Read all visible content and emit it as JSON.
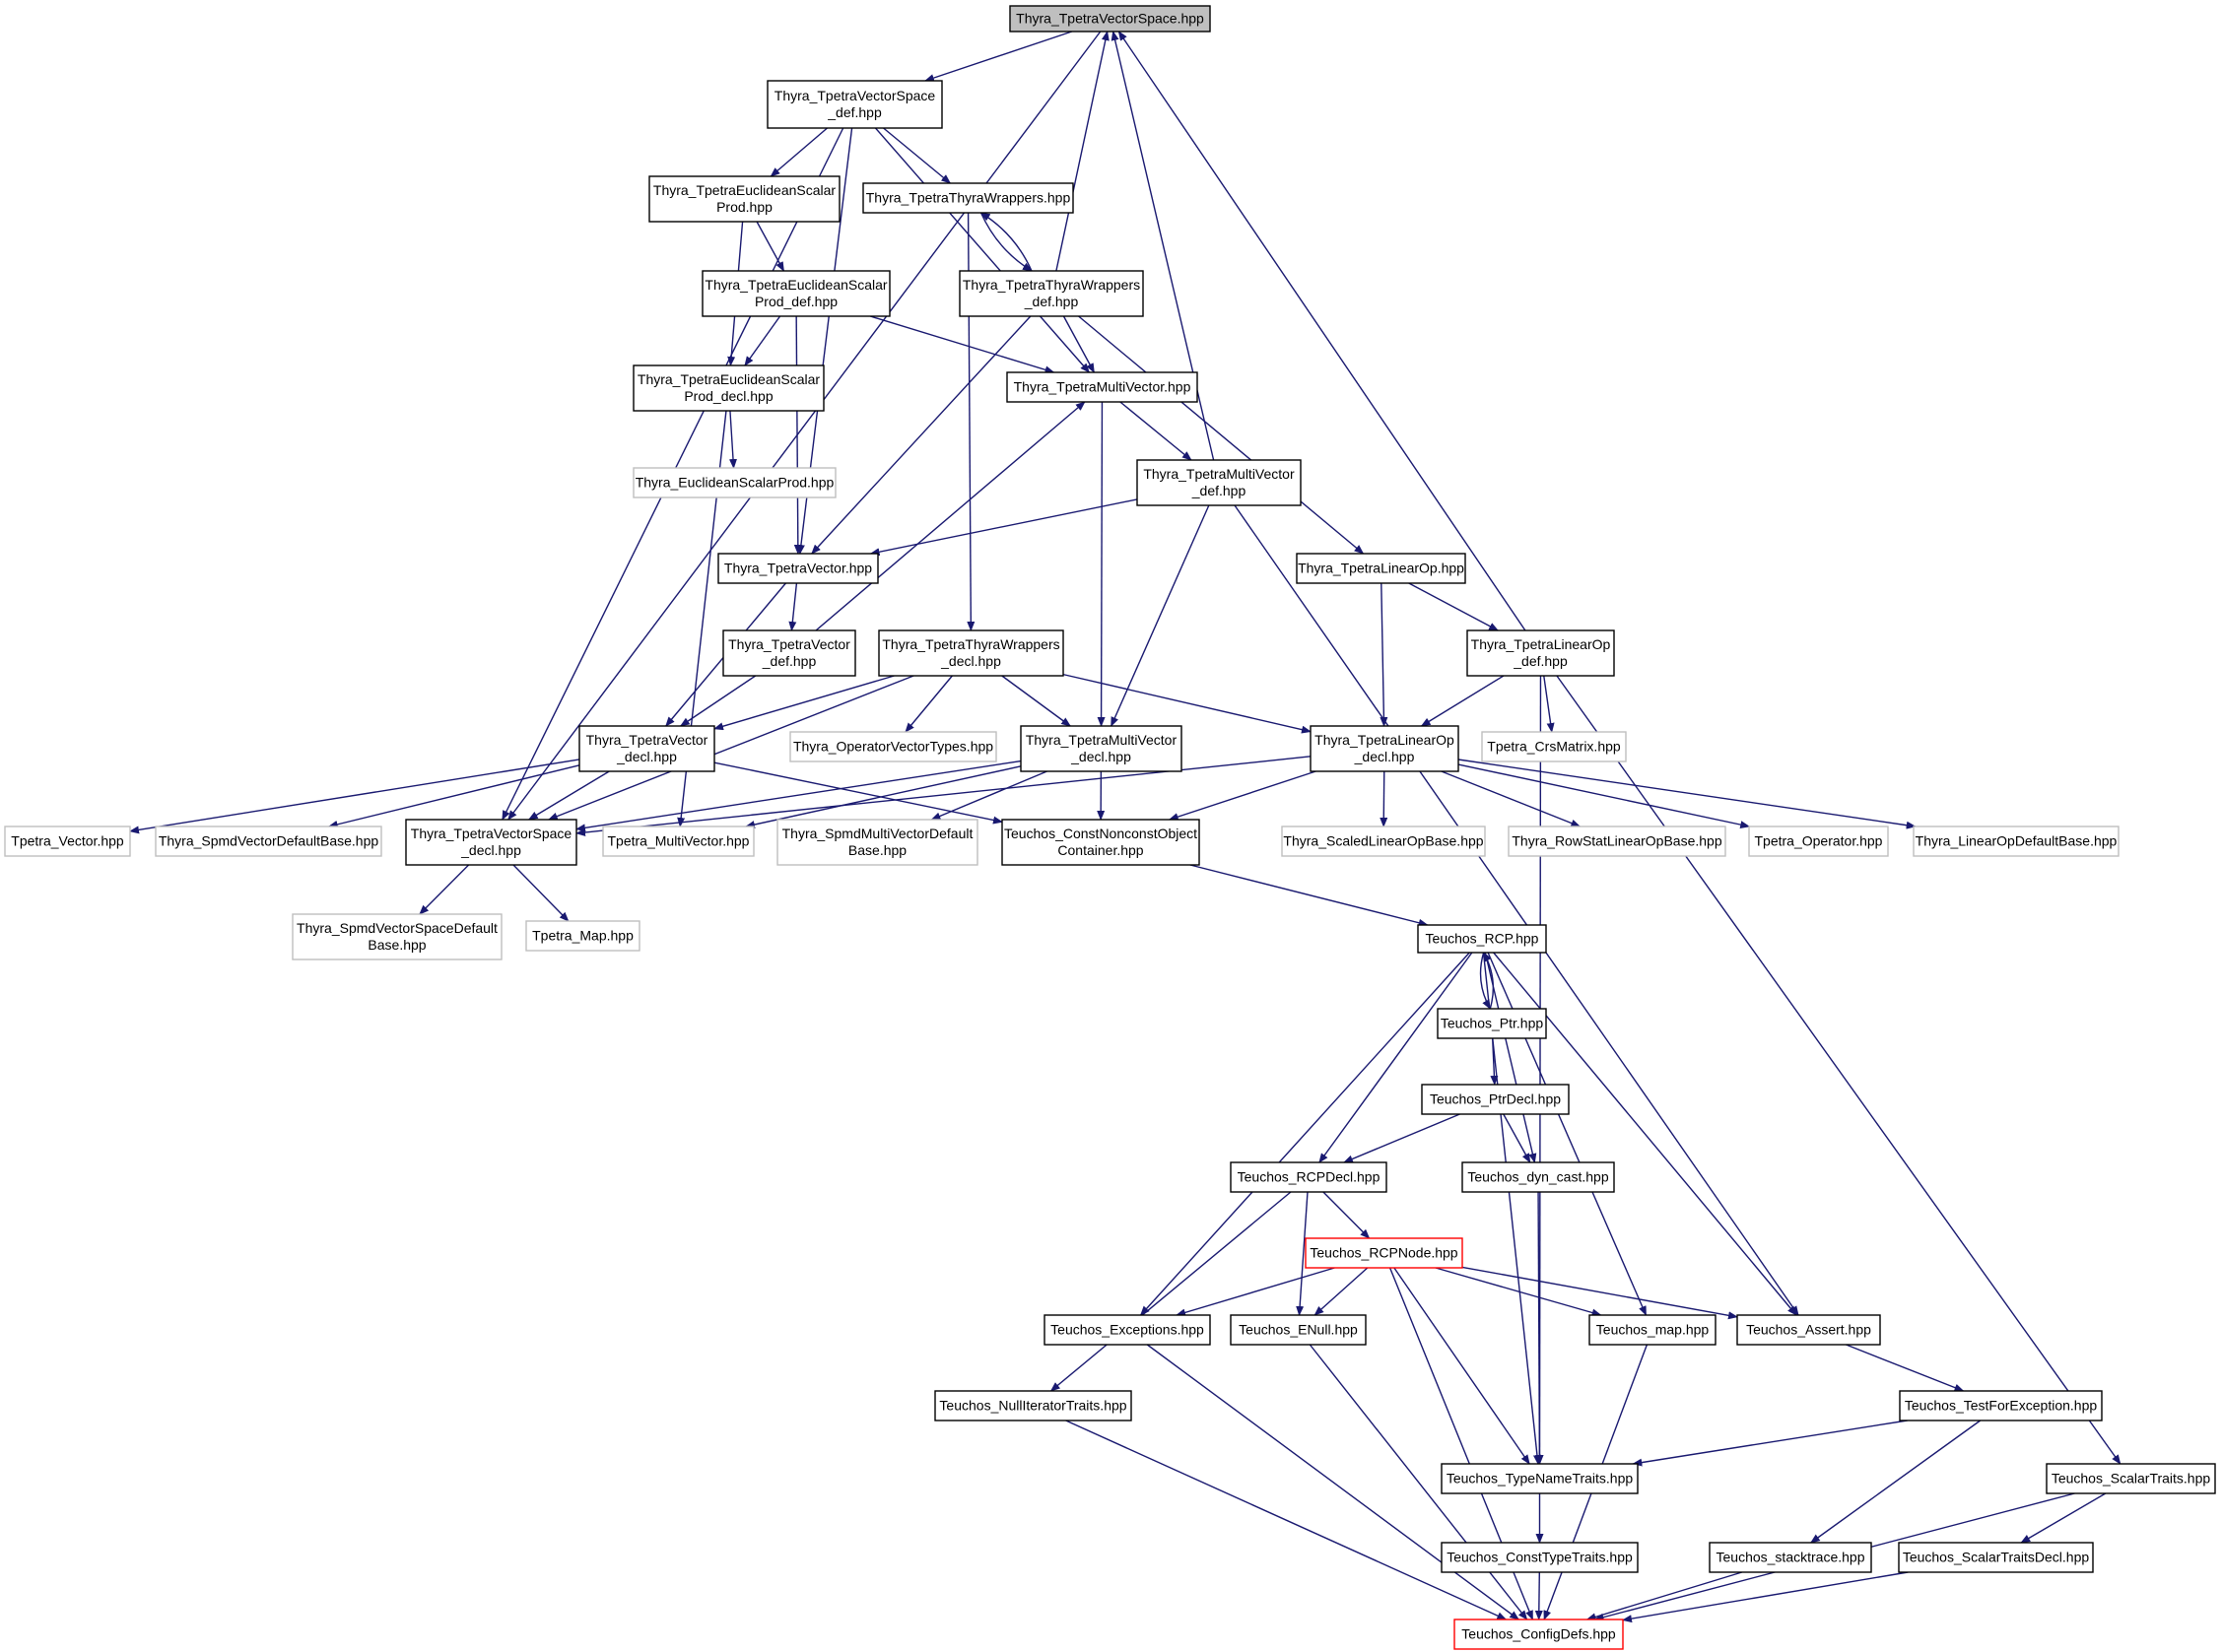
{
  "colors": {
    "edge": "#191970",
    "border_normal": "#000000",
    "border_external": "#bfbfbf",
    "border_truncated": "#ff0000",
    "fill_root": "#bfbfbf",
    "fill_node": "#ffffff"
  },
  "nodes": [
    {
      "id": "n_tvs",
      "lines": [
        "Thyra_TpetraVectorSpace.hpp"
      ],
      "style": "root"
    },
    {
      "id": "n_tvs_def",
      "lines": [
        "Thyra_TpetraVectorSpace",
        "_def.hpp"
      ],
      "style": "normal"
    },
    {
      "id": "n_tesp",
      "lines": [
        "Thyra_TpetraEuclideanScalar",
        "Prod.hpp"
      ],
      "style": "normal"
    },
    {
      "id": "n_ttw",
      "lines": [
        "Thyra_TpetraThyraWrappers.hpp"
      ],
      "style": "normal"
    },
    {
      "id": "n_tesp_def",
      "lines": [
        "Thyra_TpetraEuclideanScalar",
        "Prod_def.hpp"
      ],
      "style": "normal"
    },
    {
      "id": "n_ttw_def",
      "lines": [
        "Thyra_TpetraThyraWrappers",
        "_def.hpp"
      ],
      "style": "normal"
    },
    {
      "id": "n_tesp_decl",
      "lines": [
        "Thyra_TpetraEuclideanScalar",
        "Prod_decl.hpp"
      ],
      "style": "normal"
    },
    {
      "id": "n_tmv",
      "lines": [
        "Thyra_TpetraMultiVector.hpp"
      ],
      "style": "normal"
    },
    {
      "id": "n_esp",
      "lines": [
        "Thyra_EuclideanScalarProd.hpp"
      ],
      "style": "external"
    },
    {
      "id": "n_tmv_def",
      "lines": [
        "Thyra_TpetraMultiVector",
        "_def.hpp"
      ],
      "style": "normal"
    },
    {
      "id": "n_tv",
      "lines": [
        "Thyra_TpetraVector.hpp"
      ],
      "style": "normal"
    },
    {
      "id": "n_tlo",
      "lines": [
        "Thyra_TpetraLinearOp.hpp"
      ],
      "style": "normal"
    },
    {
      "id": "n_tv_def",
      "lines": [
        "Thyra_TpetraVector",
        "_def.hpp"
      ],
      "style": "normal"
    },
    {
      "id": "n_ttw_decl",
      "lines": [
        "Thyra_TpetraThyraWrappers",
        "_decl.hpp"
      ],
      "style": "normal"
    },
    {
      "id": "n_tlo_def",
      "lines": [
        "Thyra_TpetraLinearOp",
        "_def.hpp"
      ],
      "style": "normal"
    },
    {
      "id": "n_tv_decl",
      "lines": [
        "Thyra_TpetraVector",
        "_decl.hpp"
      ],
      "style": "normal"
    },
    {
      "id": "n_ovt",
      "lines": [
        "Thyra_OperatorVectorTypes.hpp"
      ],
      "style": "external"
    },
    {
      "id": "n_tmv_decl",
      "lines": [
        "Thyra_TpetraMultiVector",
        "_decl.hpp"
      ],
      "style": "normal"
    },
    {
      "id": "n_tlo_decl",
      "lines": [
        "Thyra_TpetraLinearOp",
        "_decl.hpp"
      ],
      "style": "normal"
    },
    {
      "id": "n_crs",
      "lines": [
        "Tpetra_CrsMatrix.hpp"
      ],
      "style": "external"
    },
    {
      "id": "n_tpv",
      "lines": [
        "Tpetra_Vector.hpp"
      ],
      "style": "external"
    },
    {
      "id": "n_svdb",
      "lines": [
        "Thyra_SpmdVectorDefaultBase.hpp"
      ],
      "style": "external"
    },
    {
      "id": "n_tvs_decl",
      "lines": [
        "Thyra_TpetraVectorSpace",
        "_decl.hpp"
      ],
      "style": "normal"
    },
    {
      "id": "n_tpmv",
      "lines": [
        "Tpetra_MultiVector.hpp"
      ],
      "style": "external"
    },
    {
      "id": "n_smvdb",
      "lines": [
        "Thyra_SpmdMultiVectorDefault",
        "Base.hpp"
      ],
      "style": "external"
    },
    {
      "id": "n_cnoc",
      "lines": [
        "Teuchos_ConstNonconstObject",
        "Container.hpp"
      ],
      "style": "normal"
    },
    {
      "id": "n_slob",
      "lines": [
        "Thyra_ScaledLinearOpBase.hpp"
      ],
      "style": "external"
    },
    {
      "id": "n_rslob",
      "lines": [
        "Thyra_RowStatLinearOpBase.hpp"
      ],
      "style": "external"
    },
    {
      "id": "n_top",
      "lines": [
        "Tpetra_Operator.hpp"
      ],
      "style": "external"
    },
    {
      "id": "n_lodb",
      "lines": [
        "Thyra_LinearOpDefaultBase.hpp"
      ],
      "style": "external"
    },
    {
      "id": "n_svsdb",
      "lines": [
        "Thyra_SpmdVectorSpaceDefault",
        "Base.hpp"
      ],
      "style": "external"
    },
    {
      "id": "n_tmap",
      "lines": [
        "Tpetra_Map.hpp"
      ],
      "style": "external"
    },
    {
      "id": "n_rcp",
      "lines": [
        "Teuchos_RCP.hpp"
      ],
      "style": "normal"
    },
    {
      "id": "n_ptr",
      "lines": [
        "Teuchos_Ptr.hpp"
      ],
      "style": "normal"
    },
    {
      "id": "n_ptrdecl",
      "lines": [
        "Teuchos_PtrDecl.hpp"
      ],
      "style": "normal"
    },
    {
      "id": "n_rcpdecl",
      "lines": [
        "Teuchos_RCPDecl.hpp"
      ],
      "style": "normal"
    },
    {
      "id": "n_dyn",
      "lines": [
        "Teuchos_dyn_cast.hpp"
      ],
      "style": "normal"
    },
    {
      "id": "n_rcpnode",
      "lines": [
        "Teuchos_RCPNode.hpp"
      ],
      "style": "truncated"
    },
    {
      "id": "n_exc",
      "lines": [
        "Teuchos_Exceptions.hpp"
      ],
      "style": "normal"
    },
    {
      "id": "n_enull",
      "lines": [
        "Teuchos_ENull.hpp"
      ],
      "style": "normal"
    },
    {
      "id": "n_map",
      "lines": [
        "Teuchos_map.hpp"
      ],
      "style": "normal"
    },
    {
      "id": "n_assert",
      "lines": [
        "Teuchos_Assert.hpp"
      ],
      "style": "normal"
    },
    {
      "id": "n_nit",
      "lines": [
        "Teuchos_NullIteratorTraits.hpp"
      ],
      "style": "normal"
    },
    {
      "id": "n_tfe",
      "lines": [
        "Teuchos_TestForException.hpp"
      ],
      "style": "normal"
    },
    {
      "id": "n_tnt",
      "lines": [
        "Teuchos_TypeNameTraits.hpp"
      ],
      "style": "normal"
    },
    {
      "id": "n_st",
      "lines": [
        "Teuchos_ScalarTraits.hpp"
      ],
      "style": "normal"
    },
    {
      "id": "n_ctt",
      "lines": [
        "Teuchos_ConstTypeTraits.hpp"
      ],
      "style": "normal"
    },
    {
      "id": "n_stack",
      "lines": [
        "Teuchos_stacktrace.hpp"
      ],
      "style": "normal"
    },
    {
      "id": "n_stdecl",
      "lines": [
        "Teuchos_ScalarTraitsDecl.hpp"
      ],
      "style": "normal"
    },
    {
      "id": "n_cdefs",
      "lines": [
        "Teuchos_ConfigDefs.hpp"
      ],
      "style": "truncated"
    }
  ],
  "edges": [
    [
      "n_tvs",
      "n_tvs_def"
    ],
    [
      "n_tvs",
      "n_tvs_decl"
    ],
    [
      "n_tvs_def",
      "n_tesp"
    ],
    [
      "n_tvs_def",
      "n_ttw"
    ],
    [
      "n_tvs_def",
      "n_tmv"
    ],
    [
      "n_tvs_def",
      "n_tv"
    ],
    [
      "n_tvs_def",
      "n_tvs_decl"
    ],
    [
      "n_tesp",
      "n_tesp_def"
    ],
    [
      "n_tesp",
      "n_tesp_decl"
    ],
    [
      "n_ttw",
      "n_ttw_def"
    ],
    [
      "n_ttw",
      "n_ttw_decl"
    ],
    [
      "n_ttw_def",
      "n_ttw"
    ],
    [
      "n_ttw_def",
      "n_tvs"
    ],
    [
      "n_ttw_def",
      "n_tmv"
    ],
    [
      "n_ttw_def",
      "n_tv"
    ],
    [
      "n_ttw_def",
      "n_tlo"
    ],
    [
      "n_tesp_def",
      "n_tesp_decl"
    ],
    [
      "n_tesp_def",
      "n_tmv"
    ],
    [
      "n_tesp_def",
      "n_tv"
    ],
    [
      "n_tesp_decl",
      "n_esp"
    ],
    [
      "n_tesp_decl",
      "n_tpmv"
    ],
    [
      "n_tmv",
      "n_tmv_def"
    ],
    [
      "n_tmv",
      "n_tmv_decl"
    ],
    [
      "n_tmv_def",
      "n_tvs"
    ],
    [
      "n_tmv_def",
      "n_tv"
    ],
    [
      "n_tmv_def",
      "n_tmv_decl"
    ],
    [
      "n_tmv_def",
      "n_assert"
    ],
    [
      "n_tv",
      "n_tv_def"
    ],
    [
      "n_tv",
      "n_tv_decl"
    ],
    [
      "n_tv_def",
      "n_tmv"
    ],
    [
      "n_tv_def",
      "n_tv_decl"
    ],
    [
      "n_tlo",
      "n_tlo_def"
    ],
    [
      "n_tlo",
      "n_tlo_decl"
    ],
    [
      "n_tlo_def",
      "n_tvs"
    ],
    [
      "n_tlo_def",
      "n_tlo_decl"
    ],
    [
      "n_tlo_def",
      "n_crs"
    ],
    [
      "n_tlo_def",
      "n_tnt"
    ],
    [
      "n_tlo_def",
      "n_st"
    ],
    [
      "n_ttw_decl",
      "n_ovt"
    ],
    [
      "n_ttw_decl",
      "n_tv_decl"
    ],
    [
      "n_ttw_decl",
      "n_tmv_decl"
    ],
    [
      "n_ttw_decl",
      "n_tlo_decl"
    ],
    [
      "n_ttw_decl",
      "n_tvs_decl"
    ],
    [
      "n_tv_decl",
      "n_tpv"
    ],
    [
      "n_tv_decl",
      "n_svdb"
    ],
    [
      "n_tv_decl",
      "n_tvs_decl"
    ],
    [
      "n_tv_decl",
      "n_cnoc"
    ],
    [
      "n_tmv_decl",
      "n_tvs_decl"
    ],
    [
      "n_tmv_decl",
      "n_tpmv"
    ],
    [
      "n_tmv_decl",
      "n_smvdb"
    ],
    [
      "n_tmv_decl",
      "n_cnoc"
    ],
    [
      "n_tlo_decl",
      "n_tvs_decl"
    ],
    [
      "n_tlo_decl",
      "n_cnoc"
    ],
    [
      "n_tlo_decl",
      "n_slob"
    ],
    [
      "n_tlo_decl",
      "n_rslob"
    ],
    [
      "n_tlo_decl",
      "n_top"
    ],
    [
      "n_tlo_decl",
      "n_lodb"
    ],
    [
      "n_tvs_decl",
      "n_svsdb"
    ],
    [
      "n_tvs_decl",
      "n_tmap"
    ],
    [
      "n_cnoc",
      "n_rcp"
    ],
    [
      "n_rcp",
      "n_ptr"
    ],
    [
      "n_rcp",
      "n_rcpdecl"
    ],
    [
      "n_rcp",
      "n_dyn"
    ],
    [
      "n_rcp",
      "n_exc"
    ],
    [
      "n_rcp",
      "n_map"
    ],
    [
      "n_rcp",
      "n_assert"
    ],
    [
      "n_rcp",
      "n_tnt"
    ],
    [
      "n_ptr",
      "n_rcp"
    ],
    [
      "n_ptr",
      "n_ptrdecl"
    ],
    [
      "n_ptrdecl",
      "n_rcpdecl"
    ],
    [
      "n_ptrdecl",
      "n_dyn"
    ],
    [
      "n_rcpdecl",
      "n_rcpnode"
    ],
    [
      "n_rcpdecl",
      "n_enull"
    ],
    [
      "n_rcpdecl",
      "n_nit"
    ],
    [
      "n_dyn",
      "n_tnt"
    ],
    [
      "n_rcpnode",
      "n_exc"
    ],
    [
      "n_rcpnode",
      "n_enull"
    ],
    [
      "n_rcpnode",
      "n_map"
    ],
    [
      "n_rcpnode",
      "n_assert"
    ],
    [
      "n_rcpnode",
      "n_tnt"
    ],
    [
      "n_rcpnode",
      "n_cdefs"
    ],
    [
      "n_exc",
      "n_cdefs"
    ],
    [
      "n_enull",
      "n_cdefs"
    ],
    [
      "n_map",
      "n_cdefs"
    ],
    [
      "n_nit",
      "n_cdefs"
    ],
    [
      "n_assert",
      "n_tfe"
    ],
    [
      "n_tfe",
      "n_tnt"
    ],
    [
      "n_tfe",
      "n_stack"
    ],
    [
      "n_tnt",
      "n_ctt"
    ],
    [
      "n_ctt",
      "n_cdefs"
    ],
    [
      "n_st",
      "n_stdecl"
    ],
    [
      "n_st",
      "n_cdefs"
    ],
    [
      "n_stack",
      "n_cdefs"
    ],
    [
      "n_stdecl",
      "n_cdefs"
    ]
  ]
}
